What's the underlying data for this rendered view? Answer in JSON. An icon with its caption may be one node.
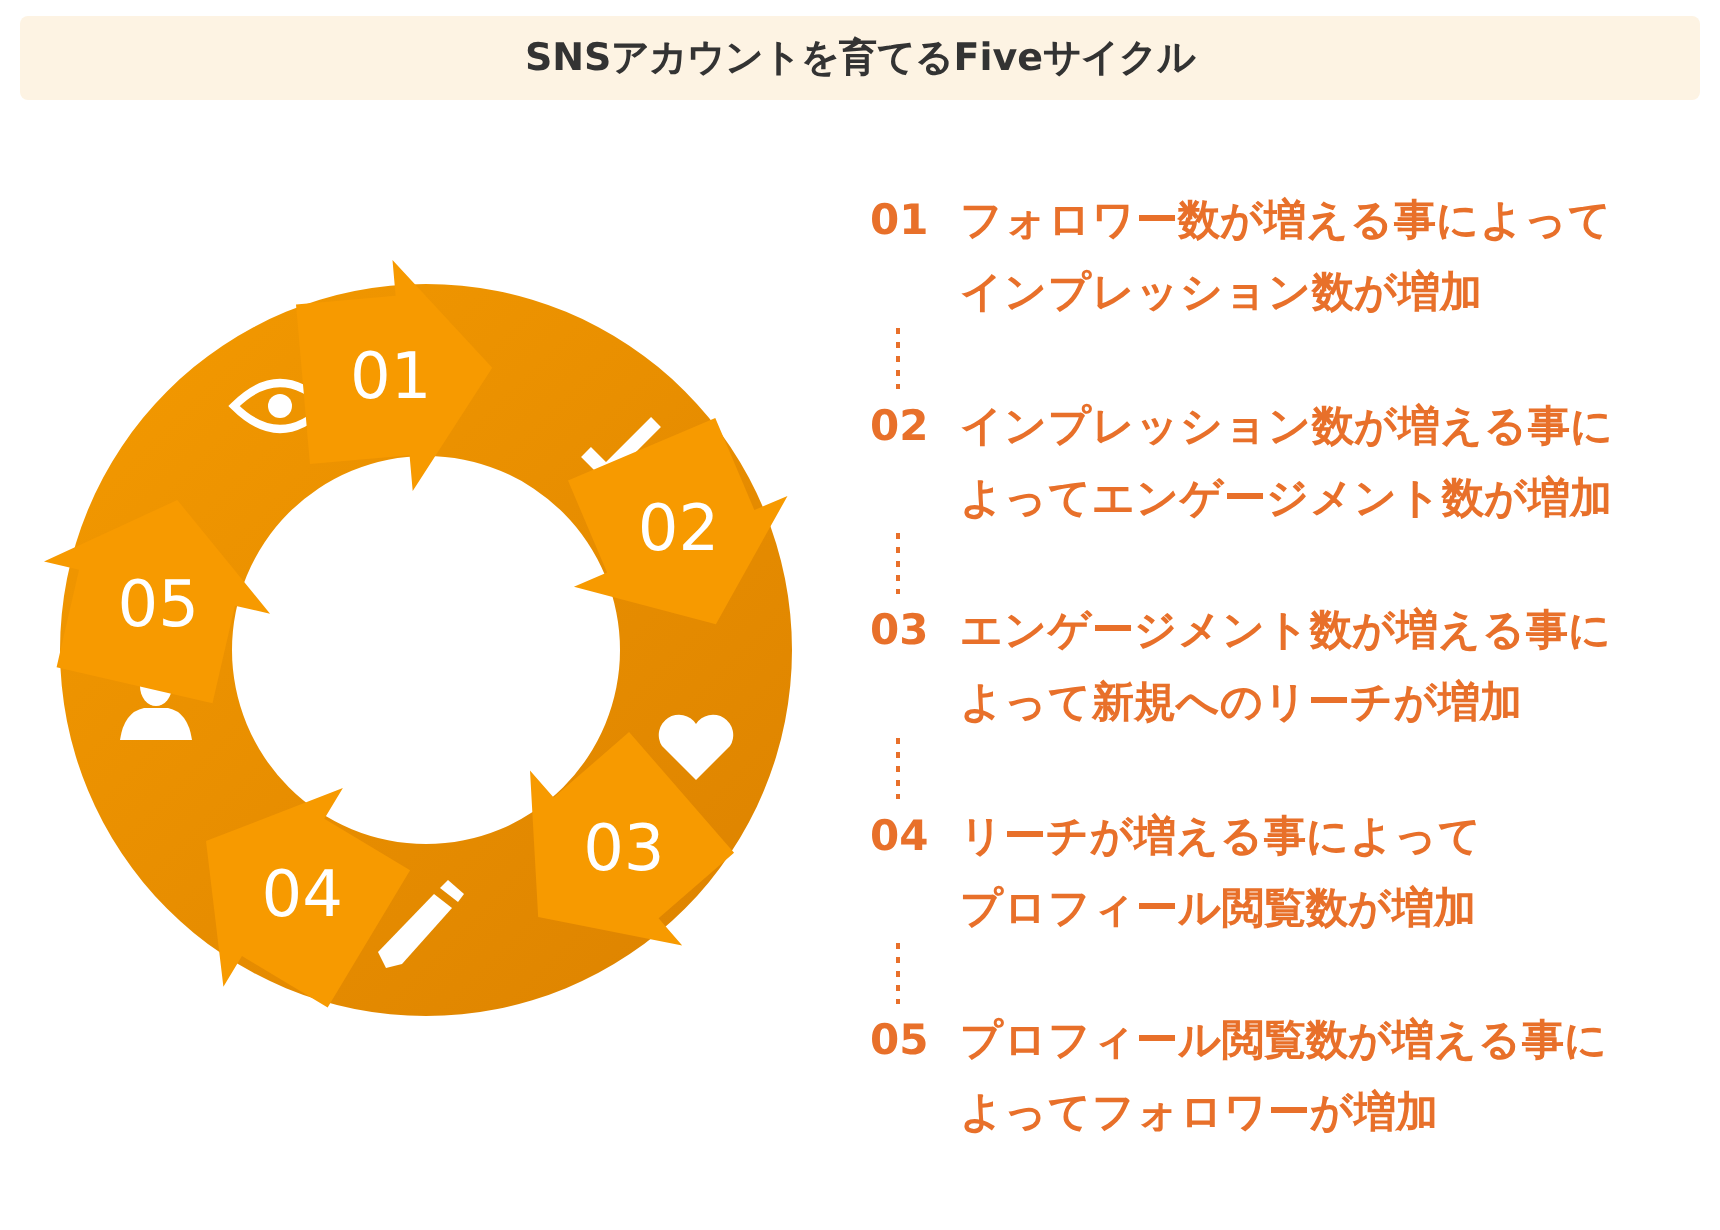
{
  "diagram": {
    "title": "SNSアカウントを育てるFiveサイクル",
    "nodes": [
      {
        "text": [
          "01"
        ]
      },
      {
        "text": [
          "02"
        ]
      },
      {
        "text": [
          "03"
        ]
      },
      {
        "text": [
          "04"
        ]
      },
      {
        "text": [
          "05"
        ]
      },
      {
        "text": [
          "01",
          "フォロワー数が増える事によってインプレッション数が増加"
        ]
      },
      {
        "text": [
          "02",
          "インプレッション数が増える事によってエンゲージメント数が増加"
        ]
      },
      {
        "text": [
          "03",
          "エンゲージメント数が増える事によって新規へのリーチが増加"
        ]
      },
      {
        "text": [
          "04",
          "リーチが増える事によってプロフィール閲覧数が増加"
        ]
      },
      {
        "text": [
          "05",
          "プロフィール閲覧数が増える事によってフォロワーが増加"
        ]
      }
    ],
    "edges": [
      {
        "from": 5,
        "to": 6,
        "arrow": "none",
        "style": "dashed"
      },
      {
        "from": 6,
        "to": 7,
        "arrow": "none",
        "style": "dashed"
      },
      {
        "from": 7,
        "to": 8,
        "arrow": "none",
        "style": "dashed"
      },
      {
        "from": 8,
        "to": 9,
        "arrow": "none",
        "style": "dashed"
      }
    ]
  }
}
